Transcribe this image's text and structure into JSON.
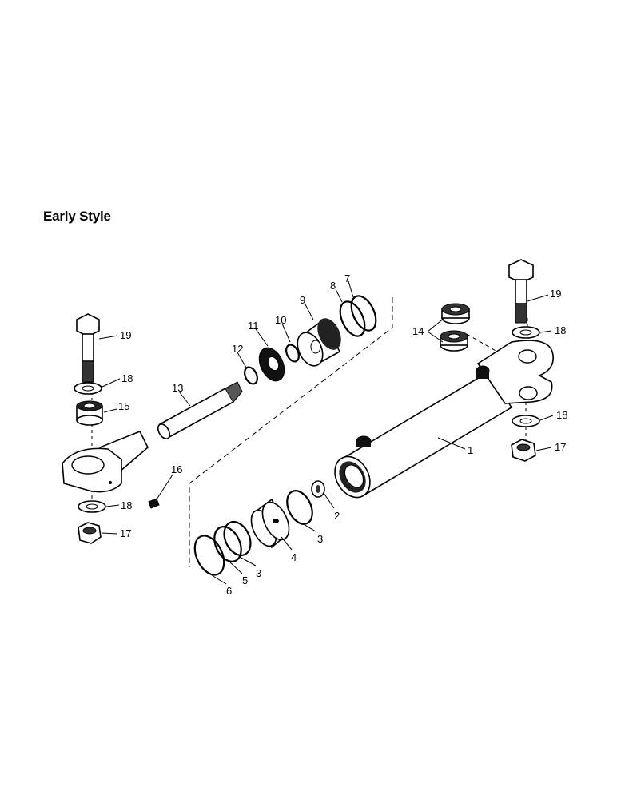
{
  "title": "Early Style",
  "callouts": {
    "c1": "1",
    "c2": "2",
    "c3a": "3",
    "c3b": "3",
    "c4": "4",
    "c5": "5",
    "c6": "6",
    "c7": "7",
    "c8": "8",
    "c9": "9",
    "c10": "10",
    "c11": "11",
    "c12": "12",
    "c13": "13",
    "c14": "14",
    "c15": "15",
    "c16": "16",
    "c17a": "17",
    "c17b": "17",
    "c18a": "18",
    "c18b": "18",
    "c18c": "18",
    "c18d": "18",
    "c19a": "19",
    "c19b": "19"
  }
}
